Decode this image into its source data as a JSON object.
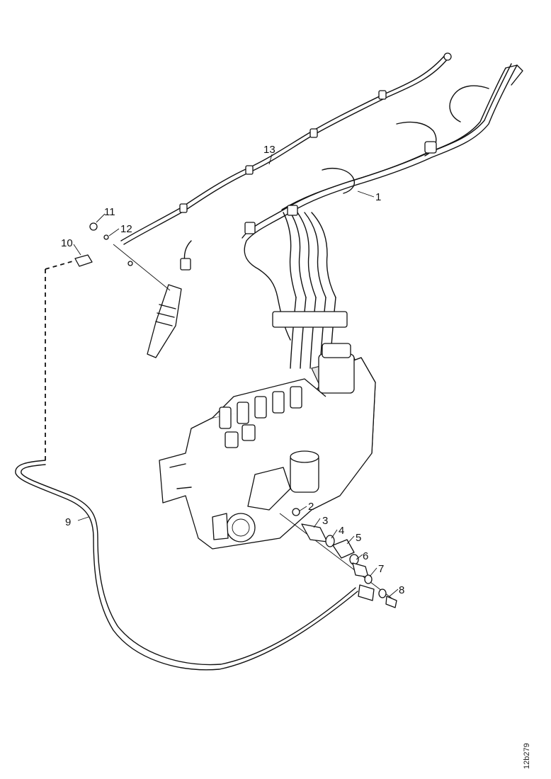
{
  "callouts": [
    {
      "id": "1",
      "label": "1"
    },
    {
      "id": "2",
      "label": "2"
    },
    {
      "id": "3",
      "label": "3"
    },
    {
      "id": "4",
      "label": "4"
    },
    {
      "id": "5",
      "label": "5"
    },
    {
      "id": "6",
      "label": "6"
    },
    {
      "id": "7",
      "label": "7"
    },
    {
      "id": "8",
      "label": "8"
    },
    {
      "id": "9",
      "label": "9"
    },
    {
      "id": "10",
      "label": "10"
    },
    {
      "id": "11",
      "label": "11"
    },
    {
      "id": "12",
      "label": "12"
    },
    {
      "id": "13",
      "label": "13"
    }
  ],
  "figure_code": "12b279"
}
